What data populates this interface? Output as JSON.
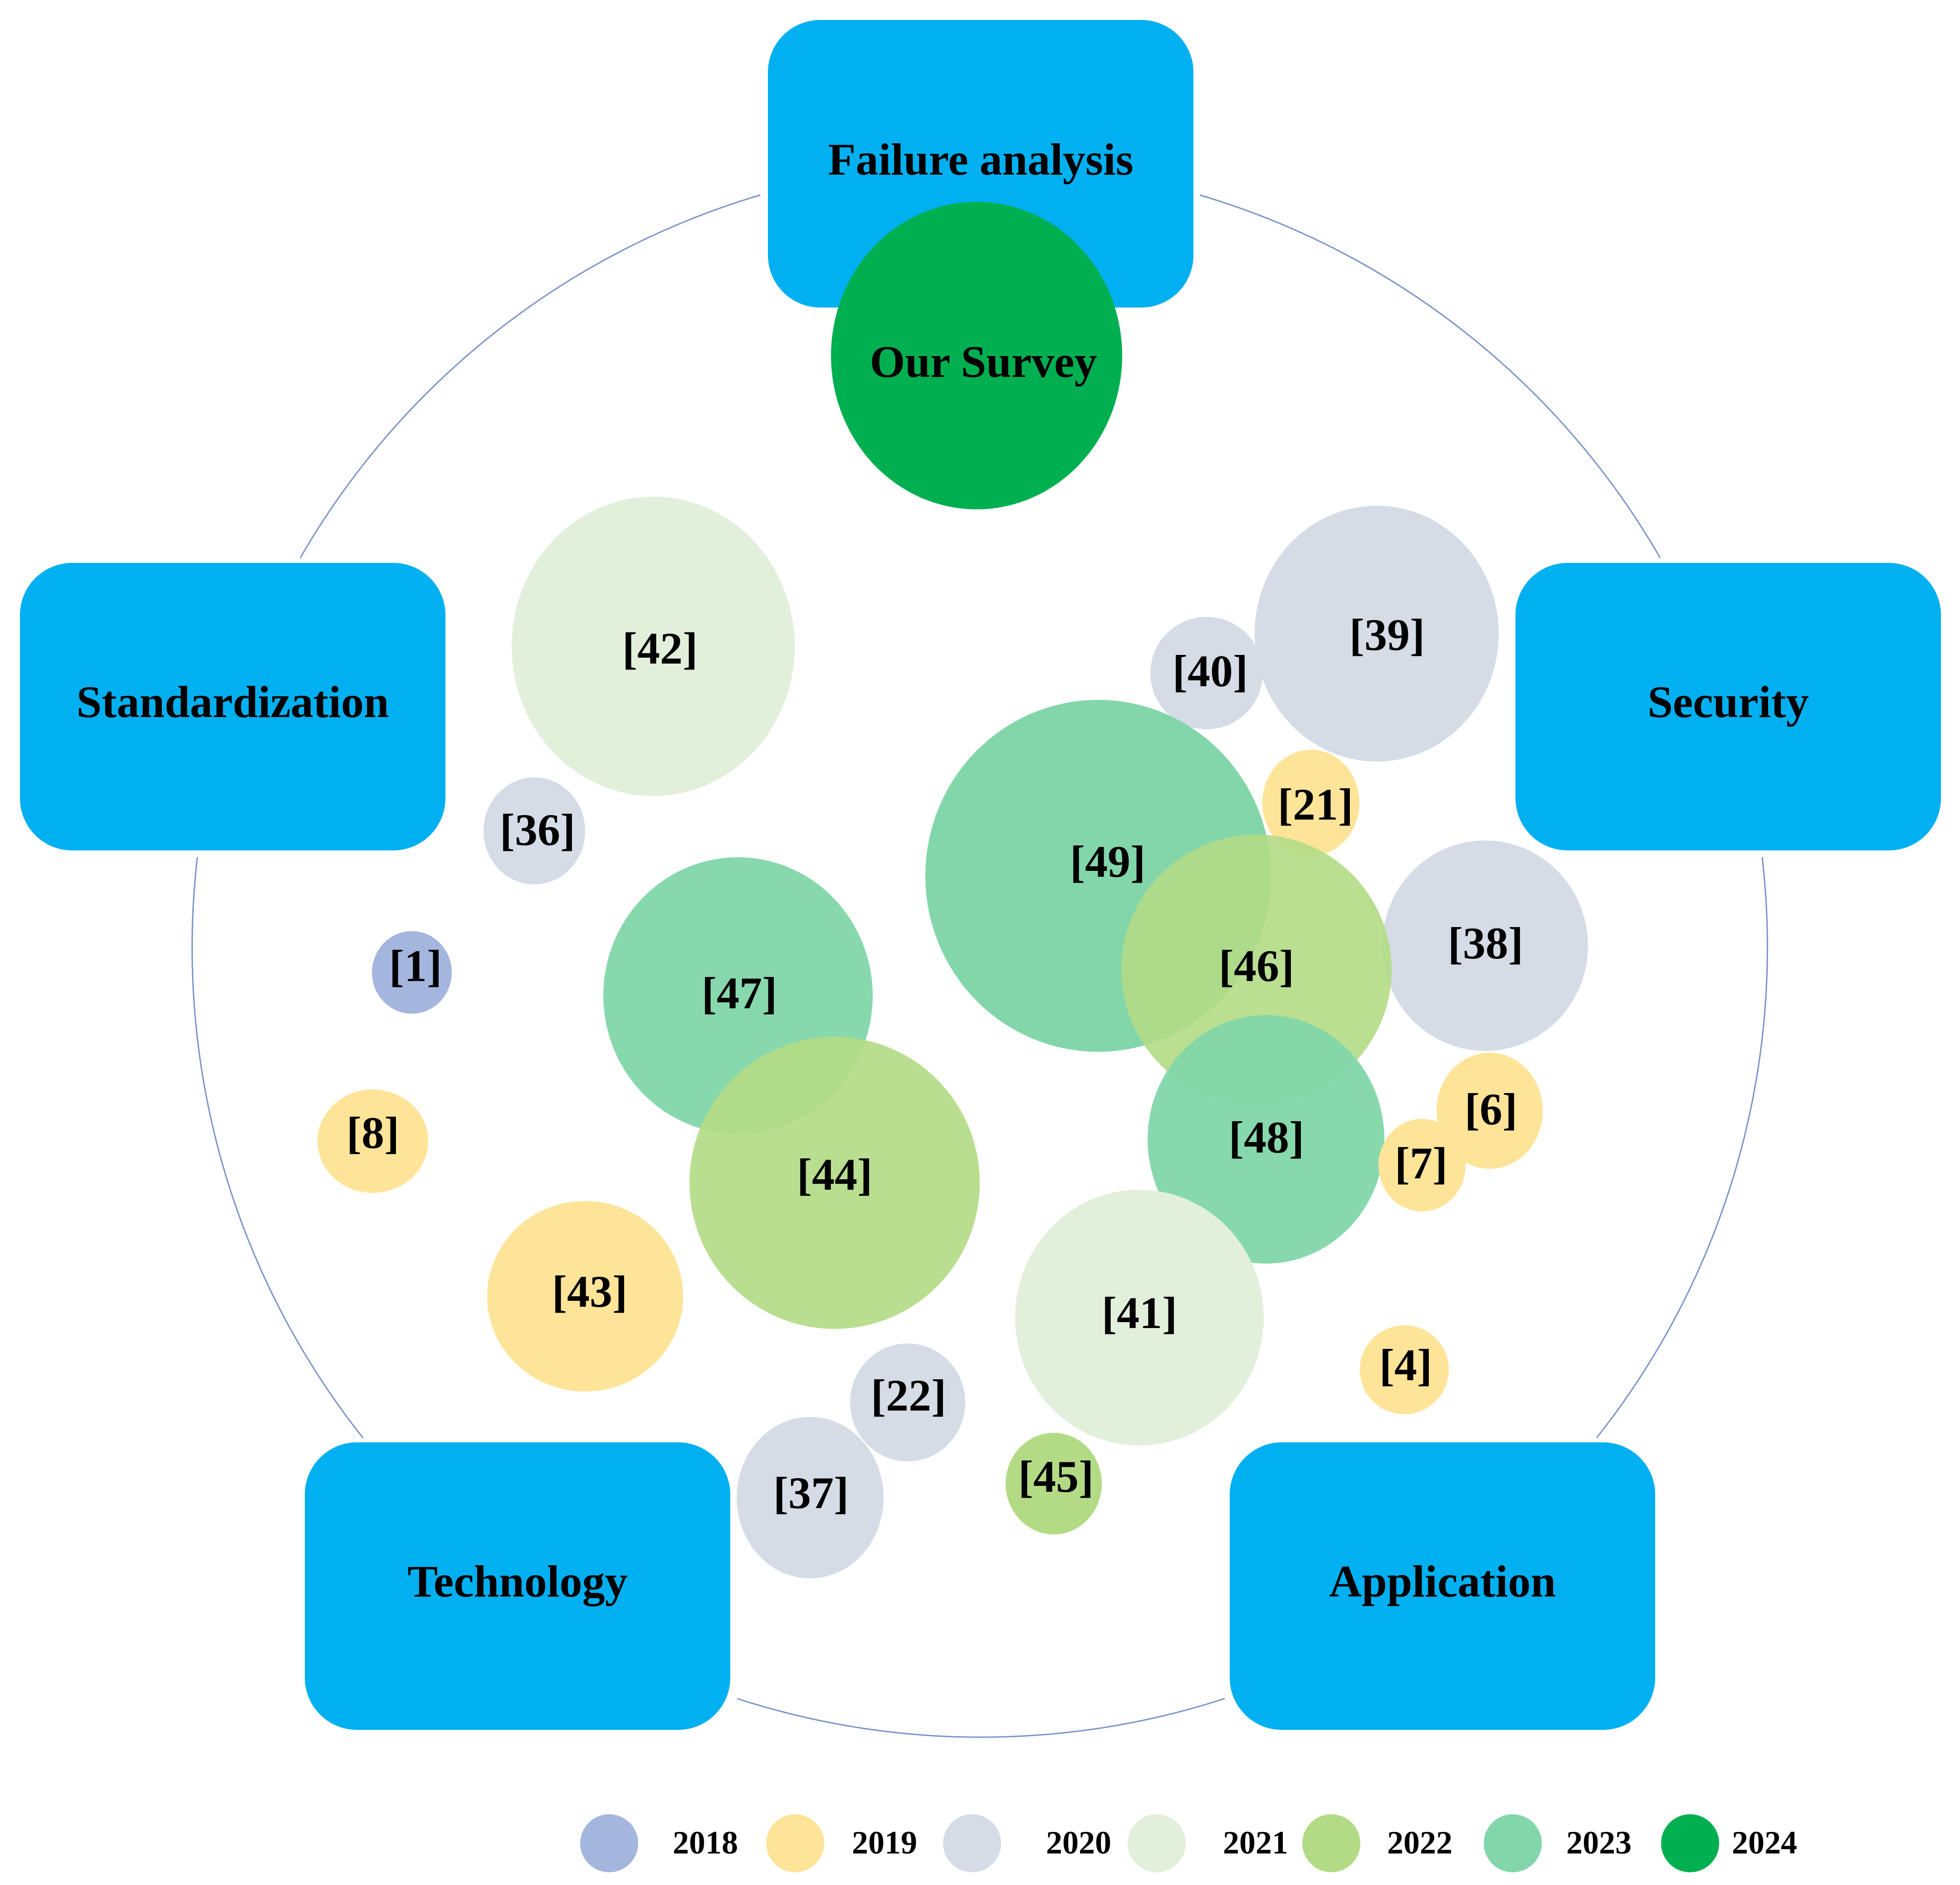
{
  "topics": [
    {
      "id": "failure",
      "label": "Failure analysis"
    },
    {
      "id": "security",
      "label": "Security"
    },
    {
      "id": "application",
      "label": "Application"
    },
    {
      "id": "technology",
      "label": "Technology"
    },
    {
      "id": "standardization",
      "label": "Standardization"
    }
  ],
  "survey": {
    "label": "Our Survey",
    "year": "2024"
  },
  "year_colors": {
    "2018": "#a4b6de",
    "2019": "#fde498",
    "2020": "#d6dce6",
    "2021": "#e2efda",
    "2022": "#b3db85",
    "2023": "#82d6aa",
    "2024": "#00af50"
  },
  "topic_box_color": "#00b0f0",
  "references": [
    {
      "label": "[42]",
      "year": "2021"
    },
    {
      "label": "[39]",
      "year": "2020"
    },
    {
      "label": "[40]",
      "year": "2020"
    },
    {
      "label": "[36]",
      "year": "2020"
    },
    {
      "label": "[21]",
      "year": "2019"
    },
    {
      "label": "[49]",
      "year": "2023"
    },
    {
      "label": "[38]",
      "year": "2020"
    },
    {
      "label": "[1]",
      "year": "2018"
    },
    {
      "label": "[47]",
      "year": "2023"
    },
    {
      "label": "[46]",
      "year": "2022"
    },
    {
      "label": "[48]",
      "year": "2023"
    },
    {
      "label": "[6]",
      "year": "2019"
    },
    {
      "label": "[8]",
      "year": "2019"
    },
    {
      "label": "[7]",
      "year": "2019"
    },
    {
      "label": "[44]",
      "year": "2022"
    },
    {
      "label": "[43]",
      "year": "2019"
    },
    {
      "label": "[41]",
      "year": "2021"
    },
    {
      "label": "[4]",
      "year": "2019"
    },
    {
      "label": "[22]",
      "year": "2020"
    },
    {
      "label": "[37]",
      "year": "2020"
    },
    {
      "label": "[45]",
      "year": "2022"
    }
  ],
  "legend": [
    {
      "year": "2018"
    },
    {
      "year": "2019"
    },
    {
      "year": "2020"
    },
    {
      "year": "2021"
    },
    {
      "year": "2022"
    },
    {
      "year": "2023"
    },
    {
      "year": "2024"
    }
  ]
}
